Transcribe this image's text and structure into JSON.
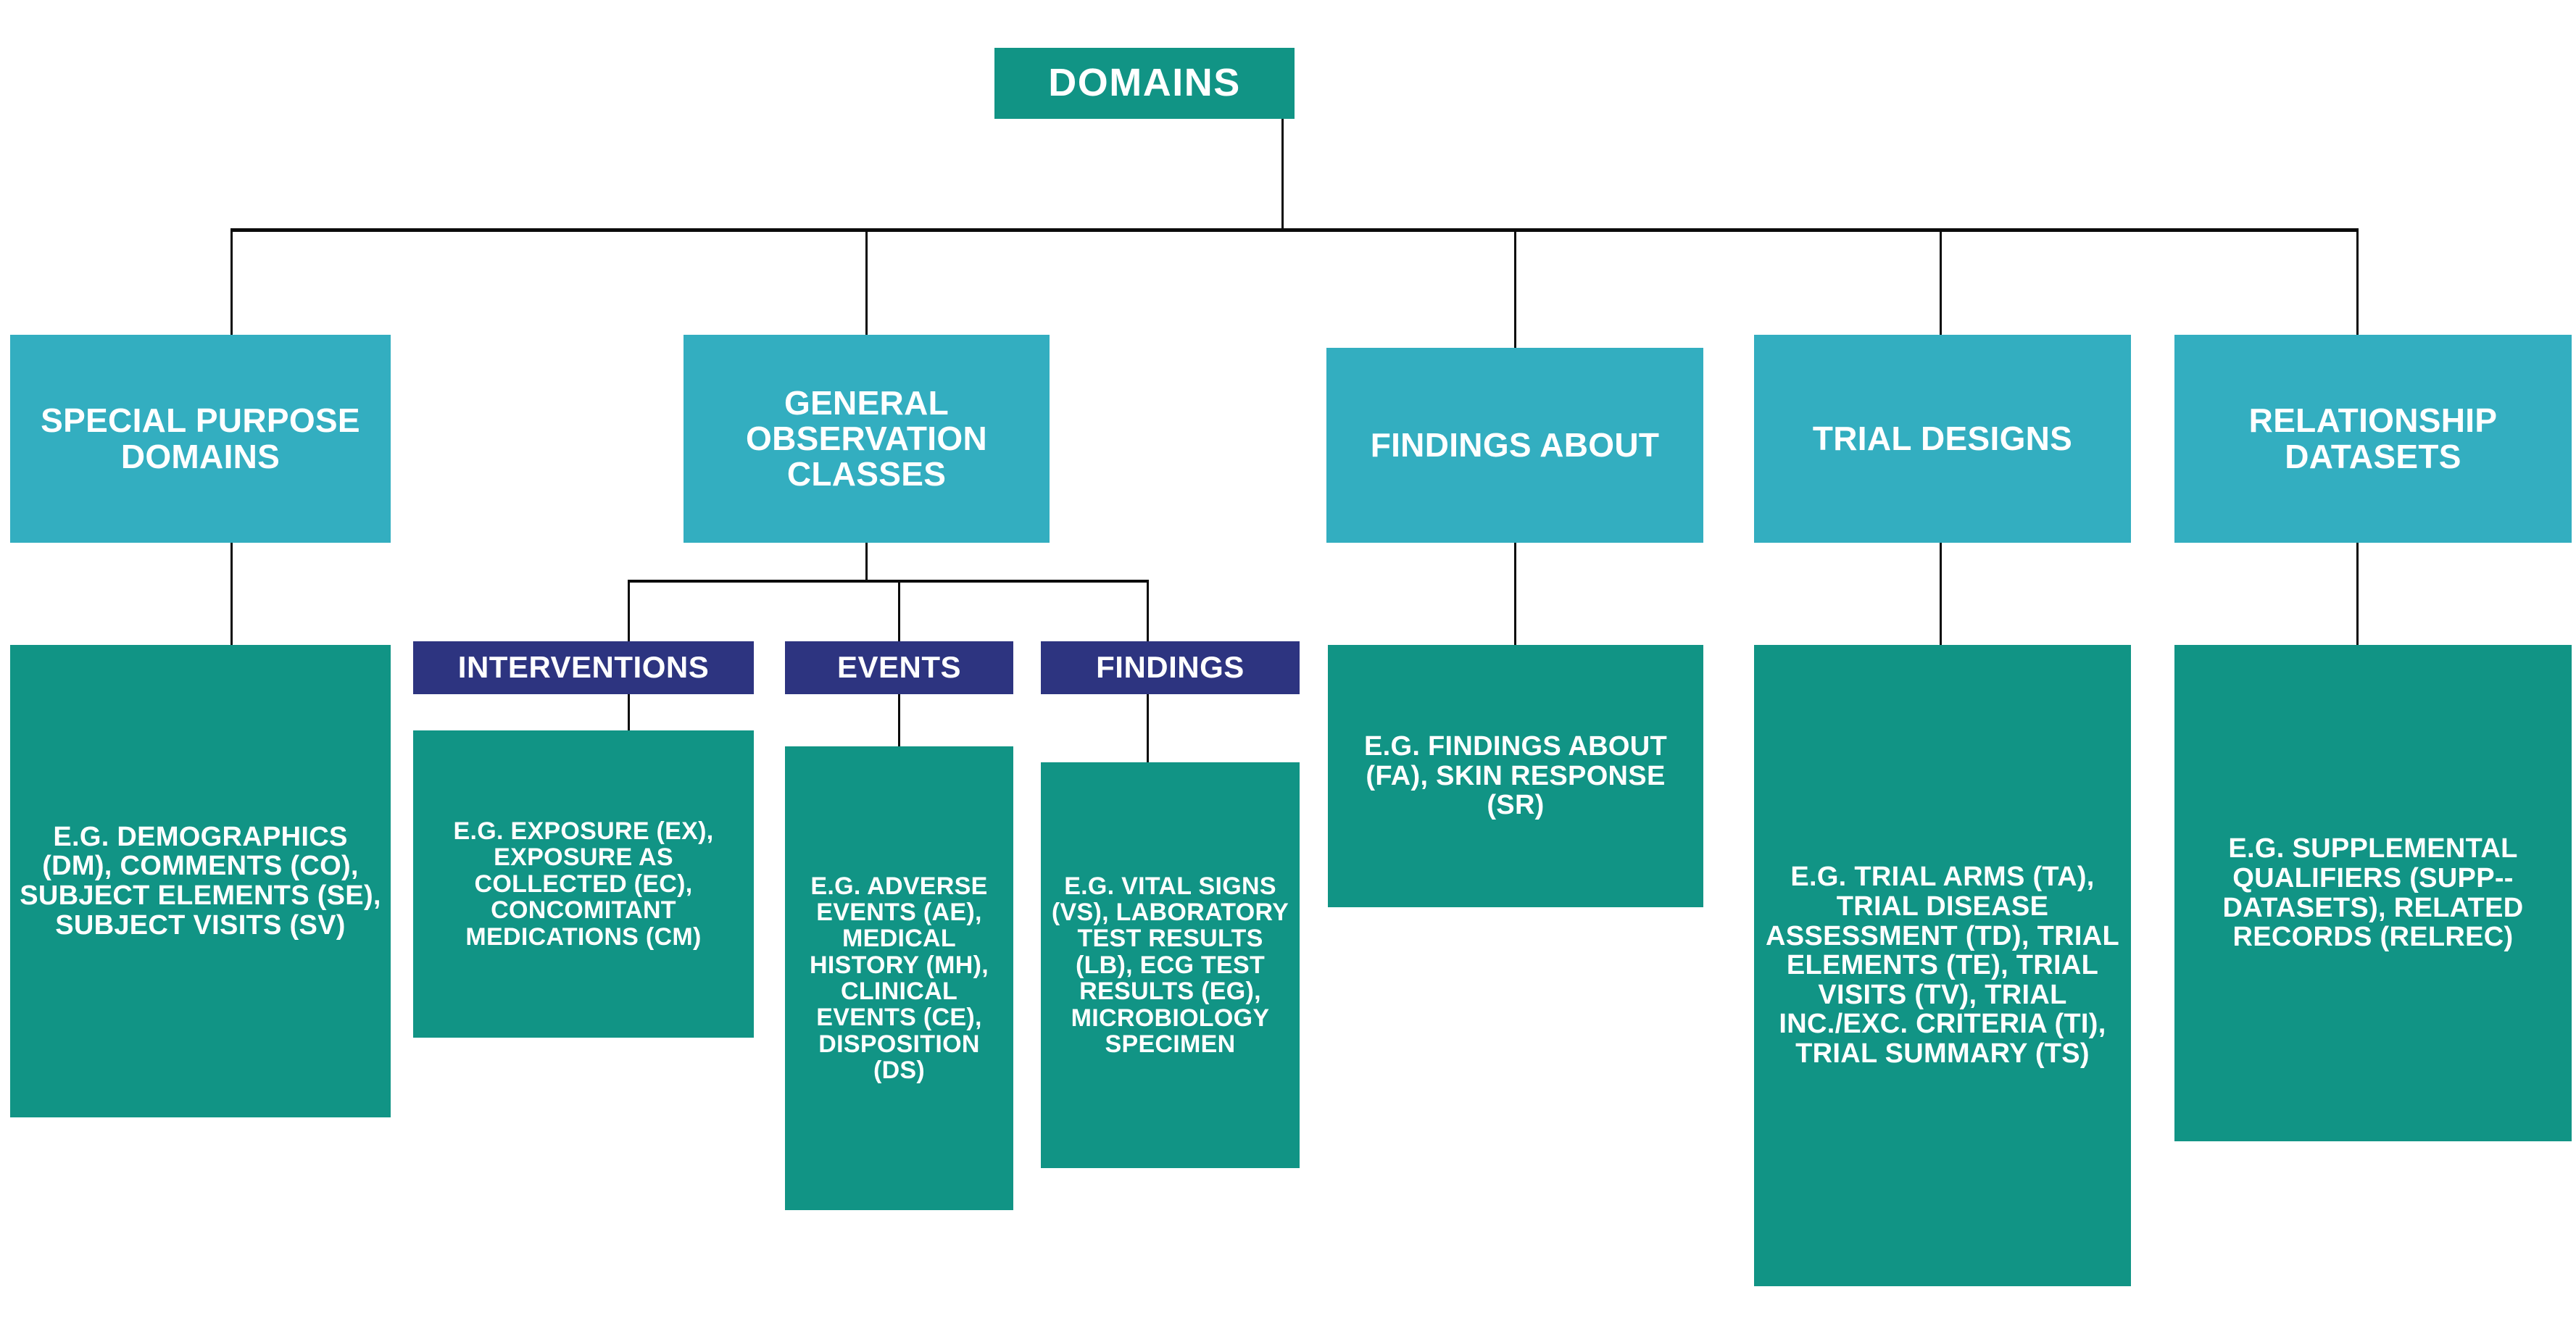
{
  "diagram": {
    "title": "DOMAINS",
    "root": {
      "label": "DOMAINS"
    },
    "categories": [
      {
        "id": "special-purpose-domains",
        "label": "SPECIAL PURPOSE DOMAINS"
      },
      {
        "id": "general-observation-classes",
        "label": "GENERAL OBSERVATION CLASSES"
      },
      {
        "id": "findings-about",
        "label": "FINDINGS ABOUT"
      },
      {
        "id": "trial-designs",
        "label": "TRIAL DESIGNS"
      },
      {
        "id": "relationship-datasets",
        "label": "RELATIONSHIP DATASETS"
      }
    ],
    "subclasses": [
      {
        "id": "interventions",
        "label": "INTERVENTIONS"
      },
      {
        "id": "events",
        "label": "EVENTS"
      },
      {
        "id": "findings",
        "label": "FINDINGS"
      }
    ],
    "examples": {
      "special_purpose_domains": "E.G. DEMOGRAPHICS (DM), COMMENTS (CO), SUBJECT ELEMENTS (SE), SUBJECT VISITS (SV)",
      "interventions": "E.G. EXPOSURE (EX), EXPOSURE AS COLLECTED (EC), CONCOMITANT MEDICATIONS (CM)",
      "events": "E.G. ADVERSE EVENTS (AE), MEDICAL HISTORY (MH), CLINICAL EVENTS (CE), DISPOSITION (DS)",
      "findings": "E.G. VITAL SIGNS (VS), LABORATORY TEST RESULTS (LB), ECG TEST RESULTS (EG), MICROBIOLOGY SPECIMEN",
      "findings_about": "E.G. FINDINGS ABOUT (FA), SKIN RESPONSE (SR)",
      "trial_designs": "E.G. TRIAL ARMS (TA), TRIAL DISEASE ASSESSMENT (TD), TRIAL ELEMENTS (TE), TRIAL VISITS (TV), TRIAL INC./EXC. CRITERIA (TI), TRIAL SUMMARY (TS)",
      "relationship_datasets": "E.G. SUPPLEMENTAL QUALIFIERS (SUPP--DATASETS), RELATED RECORDS (RELREC)"
    },
    "colors": {
      "root_fill": "#119485",
      "category_fill": "#33aec0",
      "subclass_fill": "#2d3480",
      "example_fill": "#119485",
      "text": "#ffffff",
      "connector": "#0b0b0b",
      "background": "#ffffff"
    }
  }
}
